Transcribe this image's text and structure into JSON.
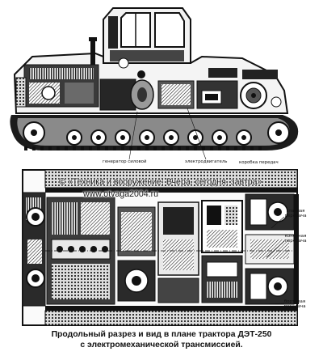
{
  "labels": {
    "generator": "генератор силовой",
    "electric_motor": "электродвигатель",
    "transmission_box": "коробка передач",
    "main_transmission": "главная передача",
    "final_drive": "конечная передача",
    "side_gear": "бортовая передача"
  },
  "watermark": {
    "symbol": "©",
    "text": "«Техника и вооружение: Вчера, сегодня, завтра»",
    "url": "www.otvaga2004.ru"
  },
  "caption": {
    "line1": "Продольный разрез и вид в плане трактора ДЭТ-250",
    "line2": "с электромеханической трансмиссией."
  },
  "colors": {
    "ink": "#111111",
    "paper": "#ffffff",
    "shade": "#4a4a4a"
  }
}
